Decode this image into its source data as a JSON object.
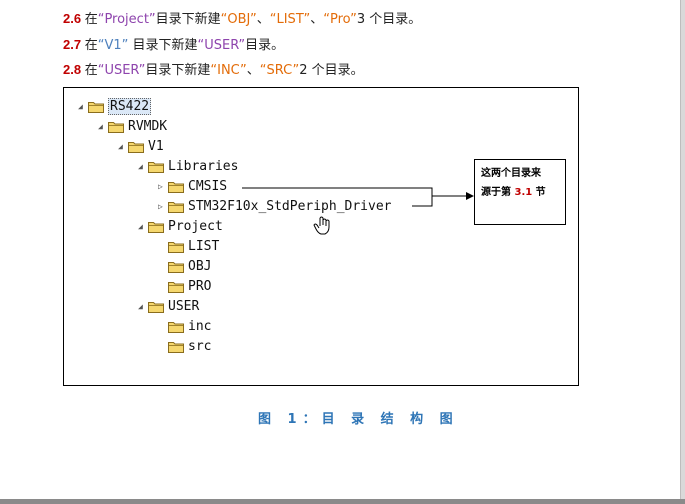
{
  "steps": [
    {
      "num": "2.6",
      "parts": [
        {
          "t": "在",
          "c": "n"
        },
        {
          "t": "“Project”",
          "c": "q"
        },
        {
          "t": "目录下新建",
          "c": "n"
        },
        {
          "t": "“OBJ”",
          "c": "o"
        },
        {
          "t": "、",
          "c": "n"
        },
        {
          "t": "“LIST”",
          "c": "o"
        },
        {
          "t": "、",
          "c": "n"
        },
        {
          "t": "“Pro”",
          "c": "o"
        },
        {
          "t": "3 个目录。",
          "c": "n"
        }
      ]
    },
    {
      "num": "2.7",
      "parts": [
        {
          "t": "在",
          "c": "n"
        },
        {
          "t": "“V1”",
          "c": "b"
        },
        {
          "t": "  目录下新建",
          "c": "n"
        },
        {
          "t": "“USER”",
          "c": "q"
        },
        {
          "t": "目录。",
          "c": "n"
        }
      ]
    },
    {
      "num": "2.8",
      "parts": [
        {
          "t": "在",
          "c": "n"
        },
        {
          "t": "“USER”",
          "c": "q"
        },
        {
          "t": "目录下新建",
          "c": "n"
        },
        {
          "t": "“INC”",
          "c": "o"
        },
        {
          "t": "、",
          "c": "n"
        },
        {
          "t": "“SRC”",
          "c": "o"
        },
        {
          "t": "2 个目录。",
          "c": "n"
        }
      ]
    }
  ],
  "tree": [
    {
      "label": "RS422",
      "level": 0,
      "arrow": "expanded",
      "selected": true
    },
    {
      "label": "RVMDK",
      "level": 1,
      "arrow": "expanded"
    },
    {
      "label": "V1",
      "level": 2,
      "arrow": "expanded"
    },
    {
      "label": "Libraries",
      "level": 3,
      "arrow": "expanded"
    },
    {
      "label": "CMSIS",
      "level": 4,
      "arrow": "collapsed"
    },
    {
      "label": "STM32F10x_StdPeriph_Driver",
      "level": 4,
      "arrow": "collapsed"
    },
    {
      "label": "Project",
      "level": 3,
      "arrow": "expanded"
    },
    {
      "label": "LIST",
      "level": 4,
      "arrow": "none"
    },
    {
      "label": "OBJ",
      "level": 4,
      "arrow": "none"
    },
    {
      "label": "PRO",
      "level": 4,
      "arrow": "none"
    },
    {
      "label": "USER",
      "level": 3,
      "arrow": "expanded"
    },
    {
      "label": "inc",
      "level": 4,
      "arrow": "none"
    },
    {
      "label": "src",
      "level": 4,
      "arrow": "none"
    }
  ],
  "note": {
    "line1": "这两个目录来",
    "line2_prefix": "源于第 ",
    "line2_ref": "3.1",
    "line2_suffix": " 节"
  },
  "caption": "图 1：目 录 结 构 图",
  "colors": {
    "step_num": "#c00000",
    "quote_purple": "#8e44ad",
    "quote_orange": "#e36c09",
    "quote_blue": "#4f81bd",
    "caption_blue": "#2e75b6",
    "folder_fill": "#f5d76e"
  }
}
